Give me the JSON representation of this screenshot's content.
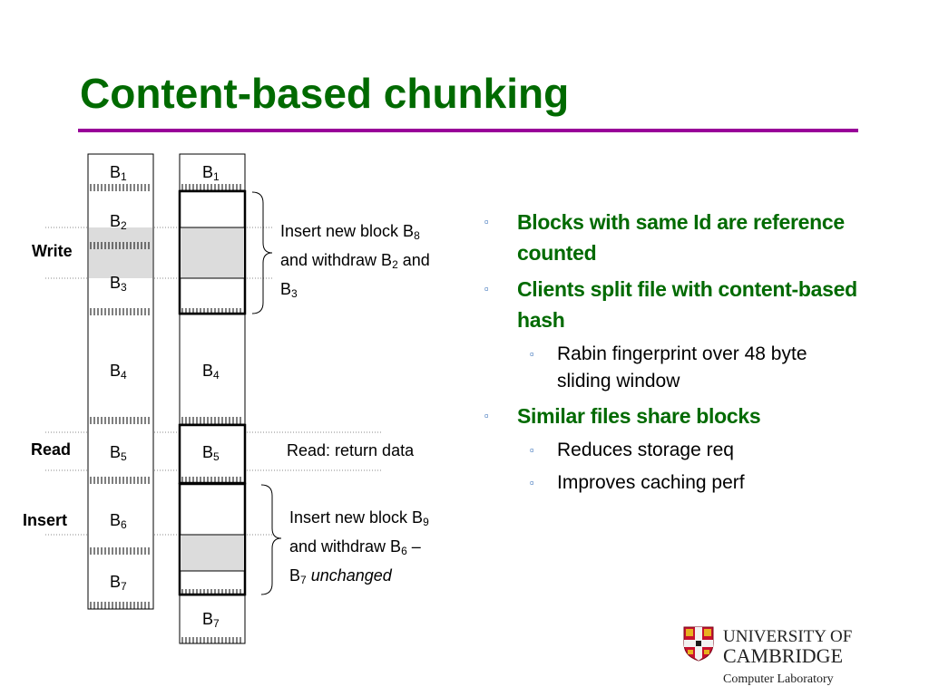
{
  "slide": {
    "title": "Content-based chunking"
  },
  "diagram": {
    "left_column": [
      {
        "base": "B",
        "sub": "1"
      },
      {
        "base": "B",
        "sub": "2"
      },
      {
        "base": "B",
        "sub": "3"
      },
      {
        "base": "B",
        "sub": "4"
      },
      {
        "base": "B",
        "sub": "5"
      },
      {
        "base": "B",
        "sub": "6"
      },
      {
        "base": "B",
        "sub": "7"
      }
    ],
    "right_column": [
      {
        "base": "B",
        "sub": "1"
      },
      {
        "base": "B",
        "sub": "4"
      },
      {
        "base": "B",
        "sub": "5"
      },
      {
        "base": "B",
        "sub": "7"
      }
    ],
    "operations": {
      "write": "Write",
      "read": "Read",
      "insert": "Insert"
    },
    "annotations": {
      "write": {
        "line1": "Insert new block B",
        "line1_sub": "8",
        "line2": "and withdraw B",
        "line2_sub": "2",
        "line2_tail": " and",
        "line3": "B",
        "line3_sub": "3"
      },
      "read": "Read: return data",
      "insert": {
        "line1": "Insert new block B",
        "line1_sub": "9",
        "line2": "and withdraw B",
        "line2_sub": "6",
        "line2_tail": " –",
        "line3": "B",
        "line3_sub": "7",
        "line3_tail": "unchanged"
      }
    }
  },
  "bullets": [
    {
      "level": 1,
      "text": "Blocks with same Id are reference counted"
    },
    {
      "level": 1,
      "text": "Clients split file with content-based hash"
    },
    {
      "level": 2,
      "text": "Rabin fingerprint over 48 byte sliding window"
    },
    {
      "level": 1,
      "text": "Similar files share blocks"
    },
    {
      "level": 2,
      "text": "Reduces storage req"
    },
    {
      "level": 2,
      "text": "Improves caching perf"
    }
  ],
  "bullet_marker": "▫",
  "colors": {
    "title": "#006a00",
    "rule": "#990099",
    "bullet_l1": "#006a00",
    "shade": "#dcdcdc"
  },
  "logo": {
    "line1": "UNIVERSITY OF",
    "line2": "CAMBRIDGE",
    "line3": "Computer Laboratory",
    "icon": "cambridge-crest-icon"
  }
}
